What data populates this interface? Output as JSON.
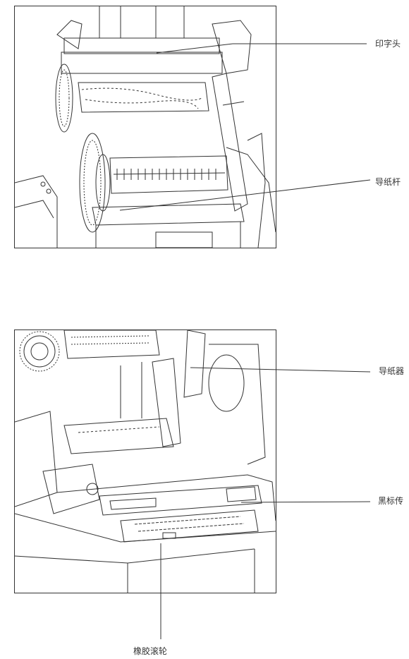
{
  "callouts": {
    "print_head": "印字头",
    "paper_guide_bar": "导纸杆",
    "paper_guide": "导纸器",
    "black_mark_sensor": "黑标传",
    "rubber_roller": "橡胶滚轮"
  },
  "colors": {
    "line": "#333333",
    "background": "#ffffff"
  }
}
